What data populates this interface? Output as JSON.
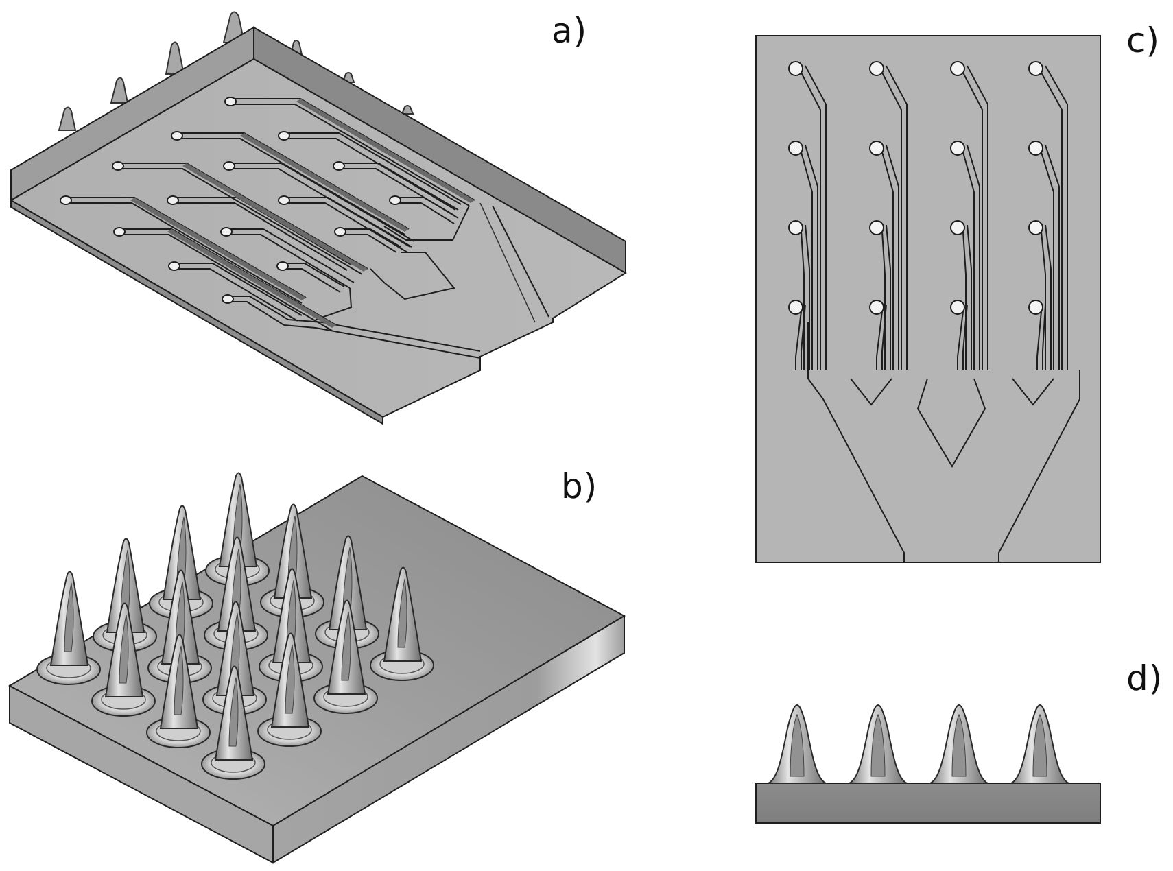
{
  "panels": {
    "a": {
      "label": "a)"
    },
    "b": {
      "label": "b)"
    },
    "c": {
      "label": "c)"
    },
    "d": {
      "label": "d)"
    }
  },
  "colors": {
    "plate_top": "#b4b4b4",
    "plate_side": "#9a9a9a",
    "plate_side_dark": "#7c7c7c",
    "outline": "#1e1e1e",
    "needle_light": "#dcdcdc",
    "needle_mid": "#a8a8a8",
    "needle_dark": "#6e6e6e"
  },
  "structure": {
    "needle_rows": 4,
    "needle_cols": 4,
    "electrode_count": 16
  }
}
